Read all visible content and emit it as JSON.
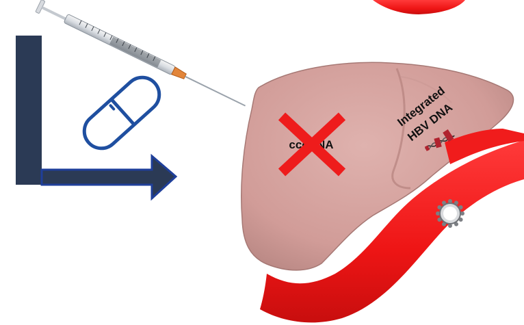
{
  "labels": {
    "cccdna": "cccDNA",
    "integrated_line1": "Integrated",
    "integrated_line2": "HBV DNA"
  },
  "icons": [
    "syringe-icon",
    "pill-capsule-icon",
    "liver-icon",
    "dna-helix-icon",
    "virion-icon",
    "blood-vessel",
    "treatment-arrow",
    "cross-mark-icon"
  ],
  "colors": {
    "arrow_fill": "#2b3a55",
    "arrow_outline": "#1f3f9a",
    "pill_outline": "#1f4fa0",
    "liver": "#d9a7a3",
    "liver_shadow": "#b98783",
    "vessel": "#f01c1c",
    "cross": "#ee1c1c",
    "dna": "#b0222e"
  }
}
